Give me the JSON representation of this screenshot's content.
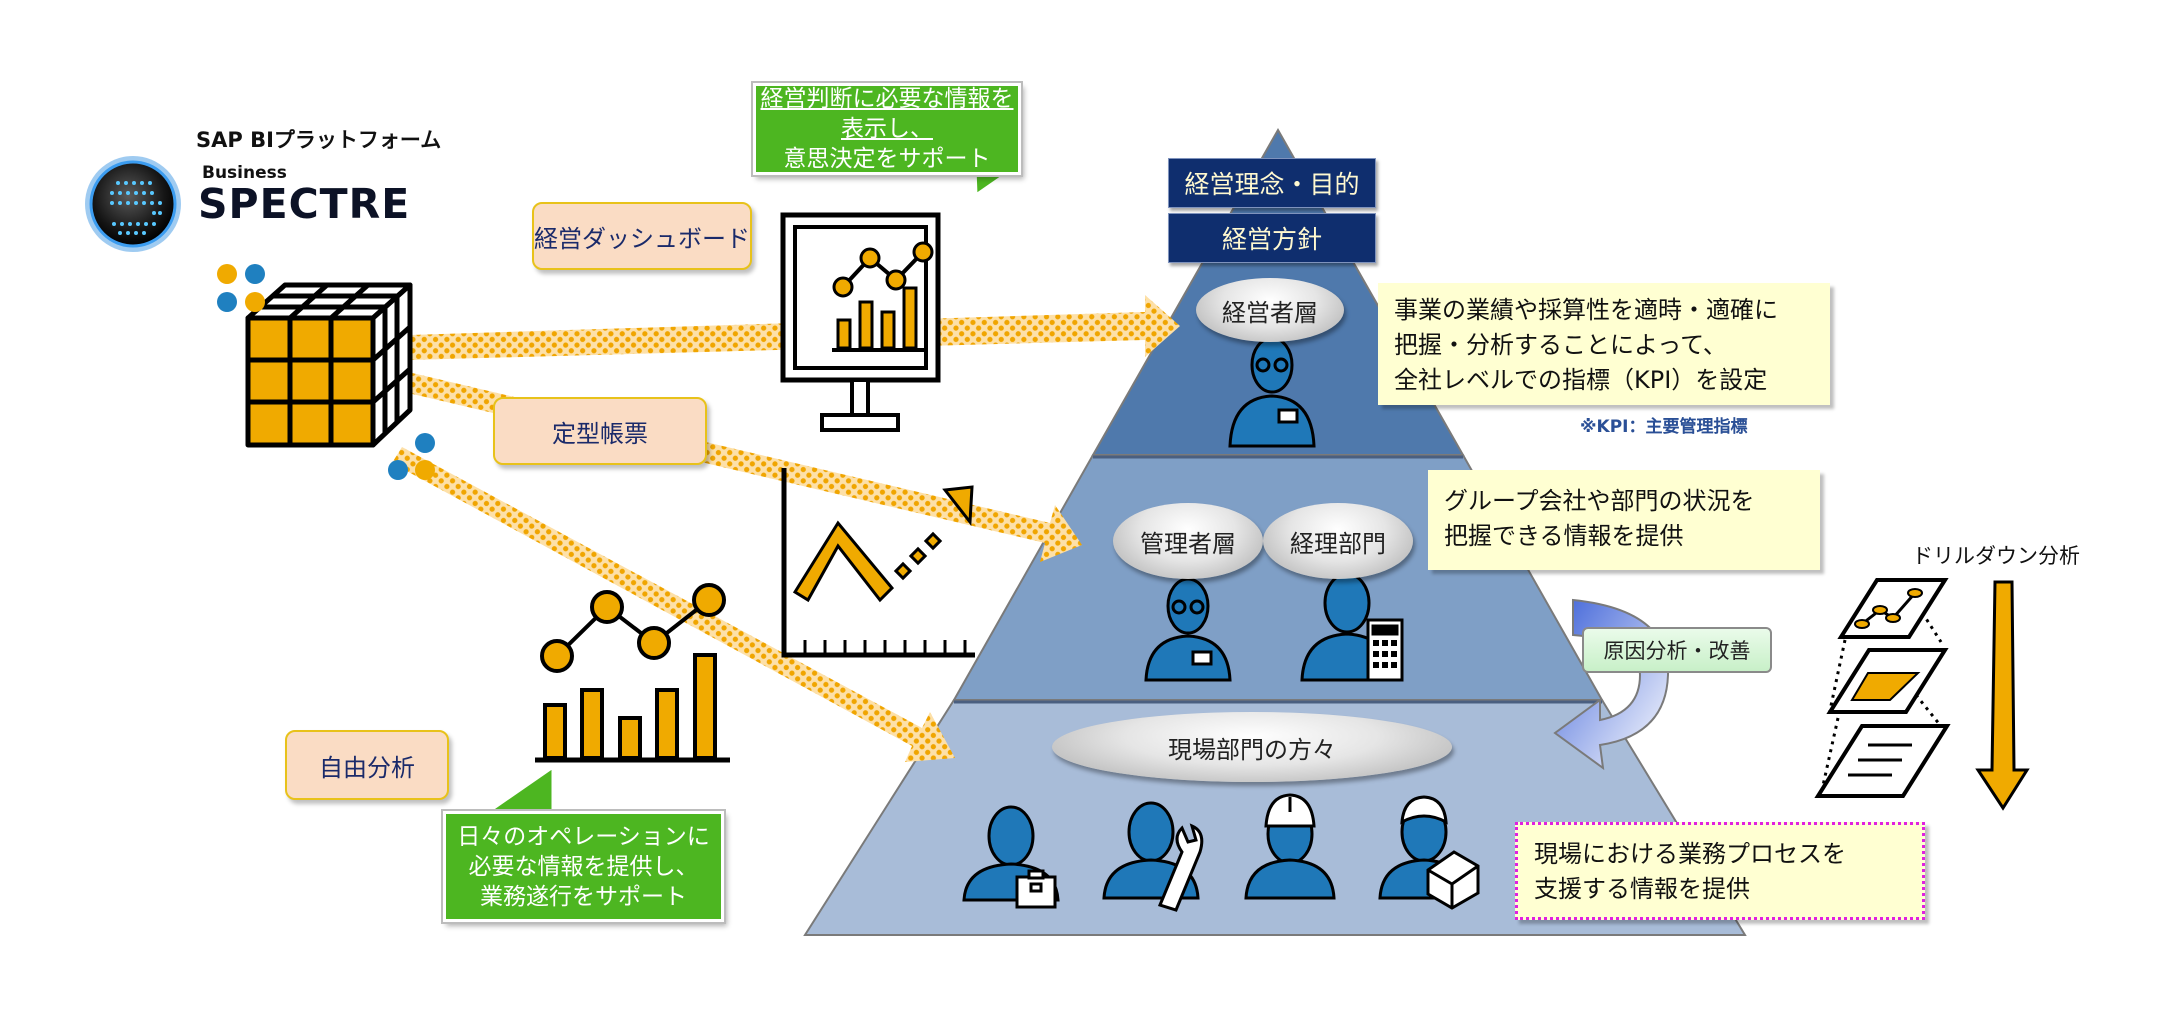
{
  "logo": {
    "platform_label": "SAP BIプラットフォーム",
    "brand_small": "Business",
    "brand_large": "SPECTRE"
  },
  "tags": {
    "dashboard": "経営ダッシュボード",
    "standard_report": "定型帳票",
    "free_analysis": "自由分析"
  },
  "callouts": {
    "top_green": [
      "経営判断に必要な情報を表示し、",
      "意思決定をサポート"
    ],
    "bottom_green": [
      "日々のオペレーションに",
      "必要な情報を提供し、",
      "業務遂行をサポート"
    ]
  },
  "pyramid": {
    "header_boxes": [
      "経営理念・目的",
      "経営方針"
    ],
    "tiers": [
      {
        "name": "executive",
        "labels": [
          "経営者層"
        ],
        "color": "#4f79ac"
      },
      {
        "name": "management",
        "labels": [
          "管理者層",
          "経理部門"
        ],
        "color": "#7f9fc6"
      },
      {
        "name": "field",
        "labels": [
          "現場部門の方々"
        ],
        "color": "#a8bcd8"
      }
    ]
  },
  "notes": {
    "executive": [
      "事業の業績や採算性を適時・適確に",
      "把握・分析することによって、",
      "全社レベルでの指標（KPI）を設定"
    ],
    "kpi_footnote": "※KPI：主要管理指標",
    "management": [
      "グループ会社や部門の状況を",
      "把握できる情報を提供"
    ],
    "field": [
      "現場における業務プロセスを",
      "支援する情報を提供"
    ]
  },
  "cycle_label": "原因分析・改善",
  "drilldown": {
    "title": "ドリルダウン分析"
  },
  "colors": {
    "accent_yellow": "#f0aa00",
    "person_blue": "#1f78b8",
    "navy": "#0f2e6e",
    "green": "#4db621",
    "note_yellow": "#ffffd2",
    "tag_peach": "#fadcc4",
    "magenta_dots": "#e020e0"
  }
}
